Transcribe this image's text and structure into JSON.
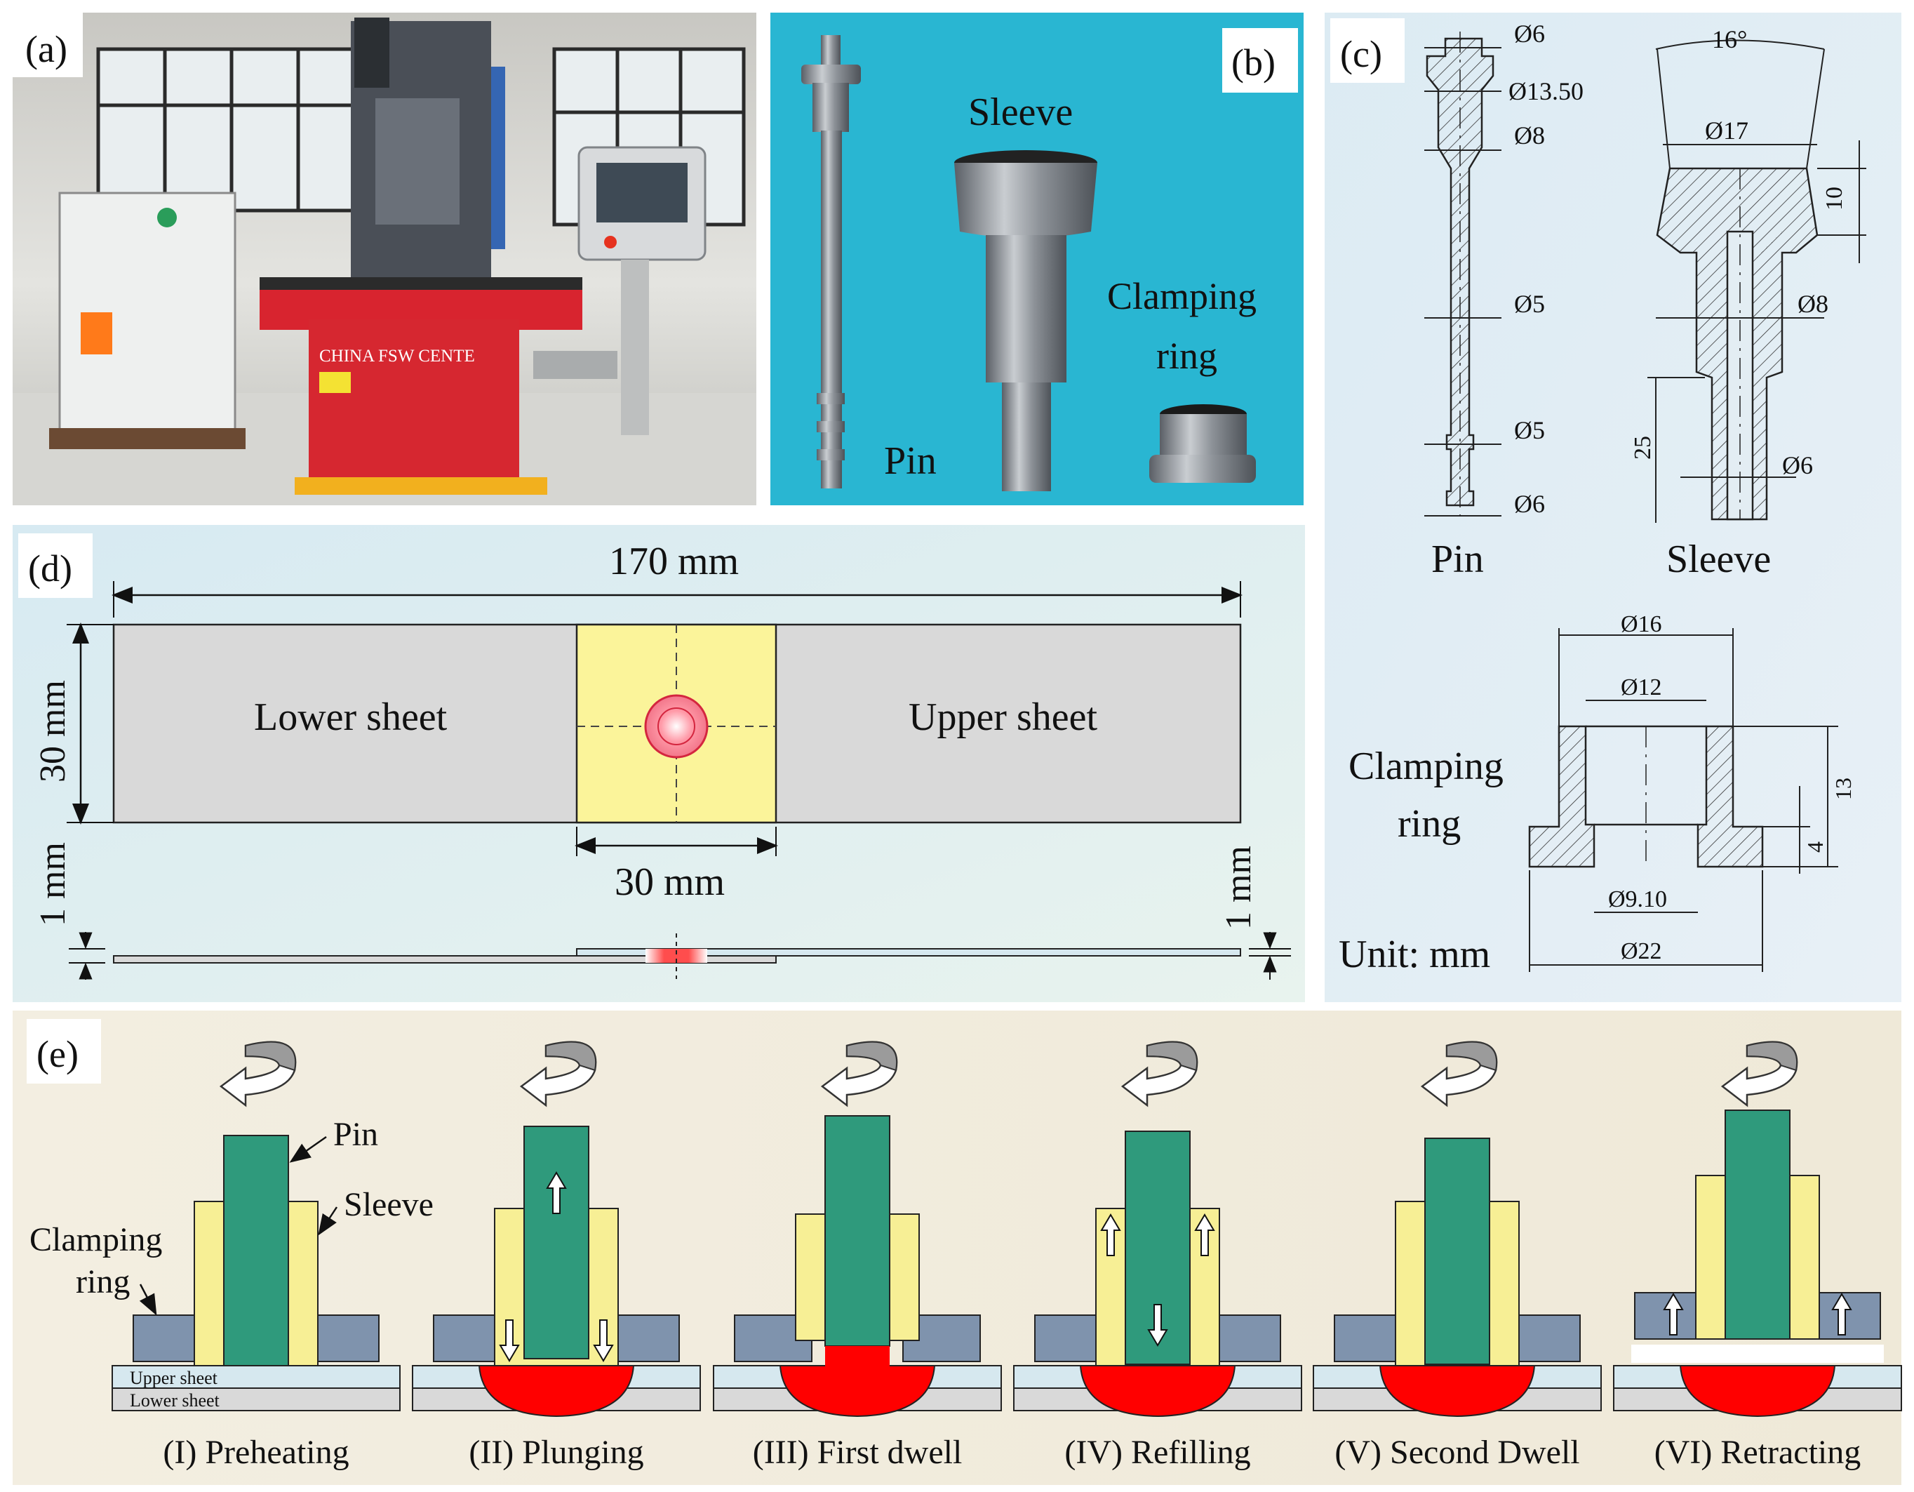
{
  "panels": {
    "a": {
      "label": "(a)",
      "banner": "CHINA FSW CENTE"
    },
    "b": {
      "label": "(b)",
      "pin": "Pin",
      "sleeve": "Sleeve",
      "ring_line1": "Clamping",
      "ring_line2": "ring"
    },
    "c": {
      "label": "(c)",
      "pin_dims": [
        "Ø6",
        "Ø13.50",
        "Ø8",
        "Ø5",
        "Ø5",
        "Ø6"
      ],
      "sleeve_dims": [
        "16°",
        "Ø17",
        "10",
        "Ø8",
        "25",
        "Ø6"
      ],
      "ring_dims": [
        "Ø16",
        "Ø12",
        "13",
        "4",
        "Ø9.10",
        "Ø22"
      ],
      "pin_caption": "Pin",
      "sleeve_caption": "Sleeve",
      "ring_caption_line1": "Clamping",
      "ring_caption_line2": "ring",
      "unit": "Unit: mm"
    },
    "d": {
      "label": "(d)",
      "length": "170 mm",
      "width": "30 mm",
      "overlap": "30 mm",
      "lower_sheet": "Lower sheet",
      "upper_sheet": "Upper sheet",
      "thickness_left": "1 mm",
      "thickness_right": "1 mm"
    },
    "e": {
      "label": "(e)",
      "pin": "Pin",
      "sleeve": "Sleeve",
      "clamping_line1": "Clamping",
      "clamping_line2": "ring",
      "upper_sheet": "Upper sheet",
      "lower_sheet": "Lower sheet",
      "stages": [
        "(I) Preheating",
        "(II) Plunging",
        "(III) First dwell",
        "(IV) Refilling",
        "(V) Second Dwell",
        "(VI) Retracting"
      ]
    }
  },
  "colors": {
    "pin": "#2f9a7c",
    "sleeve": "#f7ef95",
    "ring": "#7f93ad",
    "upper_sheet": "#d6e8ef",
    "lower_sheet": "#d9d9d9",
    "weld": "#ff0000",
    "overlap": "#fbf49a",
    "plate": "#d9d9d9",
    "bg_b": "#29b6d2"
  }
}
